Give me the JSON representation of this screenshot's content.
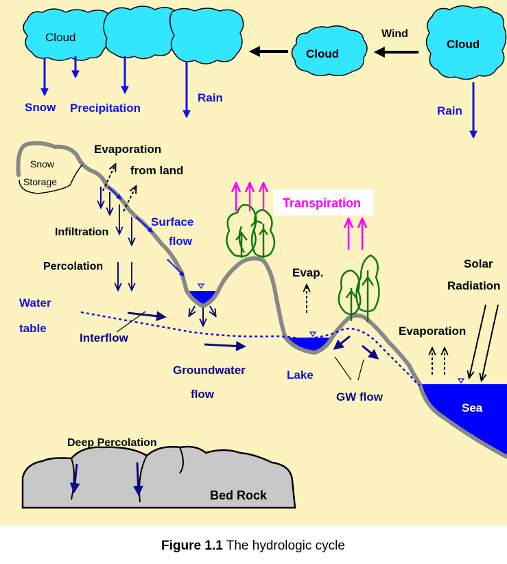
{
  "colors": {
    "background": "#FCF3C0",
    "cloud_fill": "#33E6FF",
    "water": "#0000FF",
    "ground": "#888888",
    "bedrock": "#C8C8C8",
    "blue_text": "#1010EE",
    "navy_text": "#0A0A8A",
    "transpiration": "#FF00FF",
    "trees": "#0B7A0B"
  },
  "clouds": {
    "left": "Cloud",
    "middle": "Cloud",
    "right": "Cloud"
  },
  "labels": {
    "snow": "Snow",
    "precipitation": "Precipitation",
    "rain_left": "Rain",
    "rain_right": "Rain",
    "wind": "Wind",
    "snow_storage_line1": "Snow",
    "snow_storage_line2": "Storage",
    "evaporation_land_line1": "Evaporation",
    "evaporation_land_line2": "from land",
    "infiltration": "Infiltration",
    "surface_flow_line1": "Surface",
    "surface_flow_line2": "flow",
    "percolation": "Percolation",
    "water_table_line1": "Water",
    "water_table_line2": "table",
    "interflow": "Interflow",
    "transpiration": "Transpiration",
    "evap": "Evap.",
    "groundwater_flow_line1": "Groundwater",
    "groundwater_flow_line2": "flow",
    "lake": "Lake",
    "gw_flow": "GW flow",
    "evaporation_sea": "Evaporation",
    "solar_radiation_line1": "Solar",
    "solar_radiation_line2": "Radiation",
    "sea": "Sea",
    "deep_percolation": "Deep Percolation",
    "bed_rock": "Bed Rock"
  },
  "caption": {
    "figure_number": "Figure 1.1",
    "title": "The hydrologic cycle"
  }
}
